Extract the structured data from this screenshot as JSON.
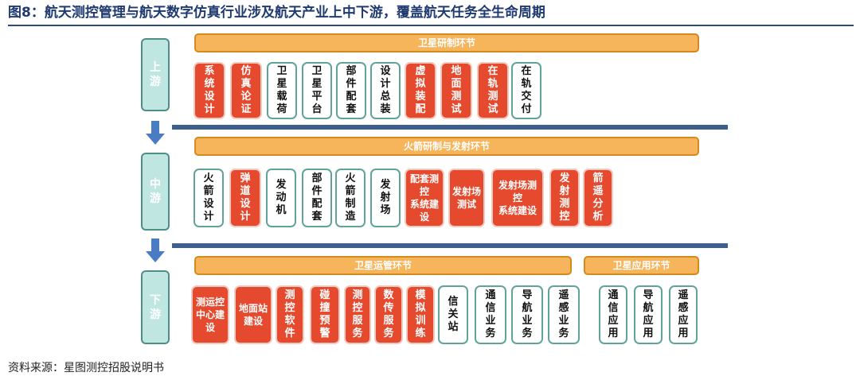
{
  "figure": {
    "title": "图8：航天测控管理与航天数字仿真行业涉及航天产业上中下游，覆盖航天任务全生命周期",
    "source": "资料来源：星图测控招股说明书"
  },
  "stages": {
    "upstream": "上游",
    "midstream": "中游",
    "downstream": "下游"
  },
  "bands": {
    "satellite_rd": "卫星研制环节",
    "rocket_launch": "火箭研制与发射环节",
    "satellite_ops": "卫星运管环节",
    "satellite_app": "卫星应用环节"
  },
  "upstream_items": [
    {
      "label": "系统设计",
      "highlight": true
    },
    {
      "label": "仿真论证",
      "highlight": true
    },
    {
      "label": "卫星载荷",
      "highlight": false
    },
    {
      "label": "卫星平台",
      "highlight": false
    },
    {
      "label": "部件配套",
      "highlight": false
    },
    {
      "label": "设计总装",
      "highlight": false
    },
    {
      "label": "虚拟装配",
      "highlight": true
    },
    {
      "label": "地面测试",
      "highlight": true
    },
    {
      "label": "在轨测试",
      "highlight": true
    },
    {
      "label": "在轨交付",
      "highlight": false
    }
  ],
  "midstream_items": [
    {
      "label": "火箭设计",
      "highlight": false
    },
    {
      "label": "弹道设计",
      "highlight": true
    },
    {
      "label": "发动机",
      "highlight": false
    },
    {
      "label": "部件配套",
      "highlight": false
    },
    {
      "label": "火箭制造",
      "highlight": false
    },
    {
      "label": "发射场",
      "highlight": false
    },
    {
      "label": "配套测控系统建设",
      "highlight": true
    },
    {
      "label": "发射场测试",
      "highlight": true
    },
    {
      "label": "发射场测控系统建设",
      "highlight": true
    },
    {
      "label": "发射测控",
      "highlight": true
    },
    {
      "label": "箭遥分析",
      "highlight": true
    }
  ],
  "downstream_items": [
    {
      "label": "测运控中心建设",
      "highlight": true
    },
    {
      "label": "地面站建设",
      "highlight": true
    },
    {
      "label": "测控软件",
      "highlight": true
    },
    {
      "label": "碰撞预警",
      "highlight": true
    },
    {
      "label": "测控服务",
      "highlight": true
    },
    {
      "label": "数传服务",
      "highlight": true
    },
    {
      "label": "模拟训练",
      "highlight": true
    },
    {
      "label": "信关站",
      "highlight": false
    },
    {
      "label": "通信业务",
      "highlight": false
    },
    {
      "label": "导航业务",
      "highlight": false
    },
    {
      "label": "遥感业务",
      "highlight": false
    }
  ],
  "application_items": [
    {
      "label": "通信应用",
      "highlight": false
    },
    {
      "label": "导航应用",
      "highlight": false
    },
    {
      "label": "遥感应用",
      "highlight": false
    }
  ],
  "colors": {
    "highlight_box": "#e64a2e",
    "band": "#f6b45b",
    "stage": "#bfe6e0",
    "arrow": "#4a7cc4",
    "divider": "#3d5f8e",
    "title": "#1f3a70"
  }
}
